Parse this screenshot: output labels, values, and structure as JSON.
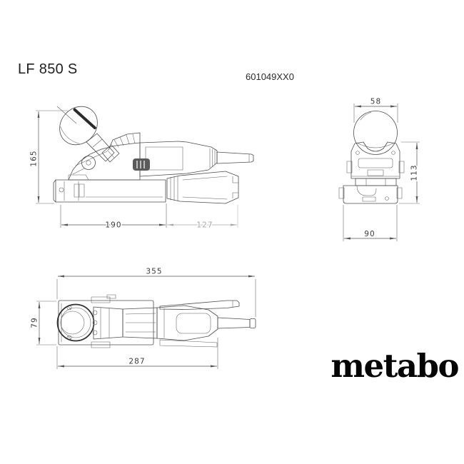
{
  "header": {
    "model": "LF 850 S",
    "article_number": "601049XX0"
  },
  "brand": {
    "logo_text": "metabo"
  },
  "views": {
    "side": {
      "dimensions": {
        "height": "165",
        "base_length": "190",
        "rear_length": "127"
      }
    },
    "front": {
      "dimensions": {
        "knob_width": "58",
        "height": "113",
        "base_width": "90"
      }
    },
    "top": {
      "dimensions": {
        "total_length": "355",
        "plate_width": "79",
        "body_length": "287"
      }
    }
  },
  "colors": {
    "drawing_line": "#4d4d4d",
    "dim_muted": "#a8a8a8",
    "text": "#2a2a2a",
    "logo": "#050505",
    "background": "#ffffff"
  }
}
